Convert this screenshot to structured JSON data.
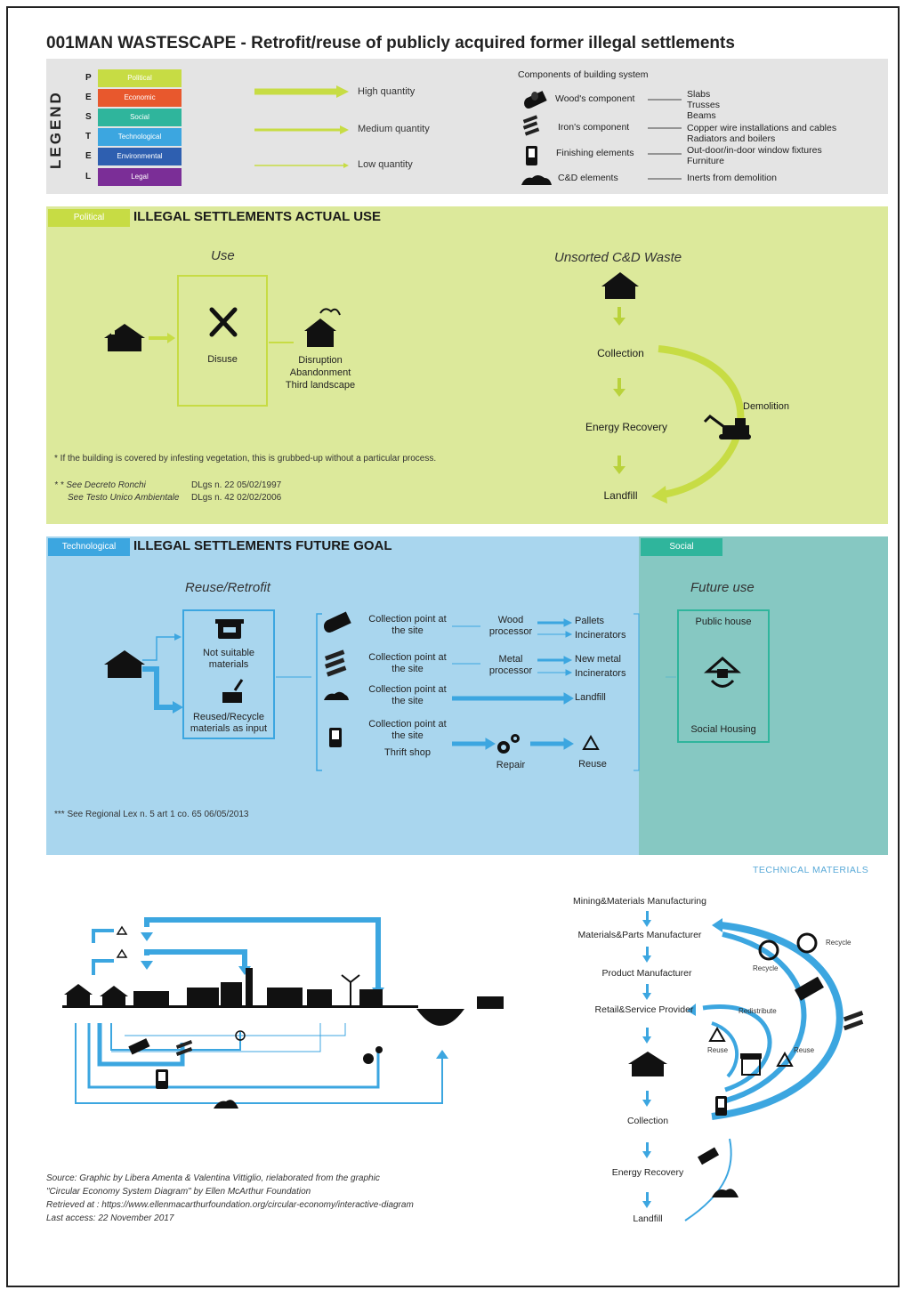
{
  "title": "001MAN WASTESCAPE - Retrofit/reuse of publicly acquired former illegal settlements",
  "legend": {
    "word": "LEGEND",
    "pestel": [
      {
        "letter": "P",
        "label": "Political",
        "color": "#c7dc44"
      },
      {
        "letter": "E",
        "label": "Economic",
        "color": "#e8582d"
      },
      {
        "letter": "S",
        "label": "Social",
        "color": "#2fb59c"
      },
      {
        "letter": "T",
        "label": "Technological",
        "color": "#3ca6e0"
      },
      {
        "letter": "E",
        "label": "Environmental",
        "color": "#2e5fb0"
      },
      {
        "letter": "L",
        "label": "Legal",
        "color": "#7b2e97"
      }
    ],
    "quantities": [
      "High quantity",
      "Medium quantity",
      "Low quantity"
    ],
    "components_title": "Components of building system",
    "components": [
      {
        "name": "Wood's component",
        "icon": "logs-icon",
        "items": [
          "Slabs",
          "Trusses",
          "Beams"
        ]
      },
      {
        "name": "Iron's component",
        "icon": "iron-bars-icon",
        "items": [
          "Copper wire installations and cables",
          "Radiators and boilers"
        ]
      },
      {
        "name": "Finishing elements",
        "icon": "phone-icon",
        "items": [
          "Out-door/in-door window fixtures",
          "Furniture"
        ]
      },
      {
        "name": "C&D elements",
        "icon": "rubble-icon",
        "items": [
          "Inerts from demolition"
        ]
      }
    ]
  },
  "actual_use": {
    "tag": "Political",
    "title": "ILLEGAL SETTLEMENTS ACTUAL USE",
    "use_head": "Use",
    "disuse": "Disuse",
    "disruption": [
      "Disruption",
      "Abandonment",
      "Third landscape"
    ],
    "waste_head": "Unsorted C&D Waste",
    "collection": "Collection",
    "energy_recovery": "Energy Recovery",
    "landfill": "Landfill",
    "demolition": "Demolition",
    "note1": "* If the building is covered by infesting vegetation, this is grubbed-up without a particular process.",
    "note2a": "* * See Decreto Ronchi",
    "note2b": "DLgs n. 22 05/02/1997",
    "note3a": "See Testo Unico Ambientale",
    "note3b": "DLgs n. 42 02/02/2006"
  },
  "future_goal": {
    "tag": "Technological",
    "title": "ILLEGAL SETTLEMENTS FUTURE GOAL",
    "reuse_head": "Reuse/Retrofit",
    "not_suitable": "Not suitable materials",
    "reused": "Reused/Recycle materials as input",
    "collection_point": "Collection point at the site",
    "wood_processor": "Wood processor",
    "metal_processor": "Metal processor",
    "pallets": "Pallets",
    "incinerators": "Incinerators",
    "new_metal": "New metal",
    "landfill": "Landfill",
    "thrift_shop": "Thrift shop",
    "repair": "Repair",
    "reuse": "Reuse",
    "note": "*** See Regional Lex n. 5 art 1 co. 65 06/05/2013"
  },
  "social": {
    "tag": "Social",
    "future_head": "Future use",
    "public_house": "Public house",
    "social_housing": "Social Housing"
  },
  "technical": {
    "head": "TECHNICAL MATERIALS",
    "chain": [
      "Mining&Materials Manufacturing",
      "Materials&Parts Manufacturer",
      "Product Manufacturer",
      "Retail&Service Provider",
      "Collection",
      "Energy Recovery",
      "Landfill"
    ],
    "recycle": "Recycle",
    "redistribute": "Redistribute",
    "reuse": "Reuse"
  },
  "source": {
    "line1": "Source: Graphic by Libera Amenta & Valentina Vittiglio, rielaborated from the graphic",
    "line2": "\"Circular Economy System Diagram\" by Ellen McArthur Foundation",
    "line3": "Retrieved at : https://www.ellenmacarthurfoundation.org/circular-economy/interactive-diagram",
    "line4": "Last access: 22 November 2017"
  },
  "colors": {
    "green": "#c7dc44",
    "blue_arrow": "#3ca6e0",
    "blue_panel": "#a9d6ee",
    "teal_panel": "#86c8c2"
  }
}
